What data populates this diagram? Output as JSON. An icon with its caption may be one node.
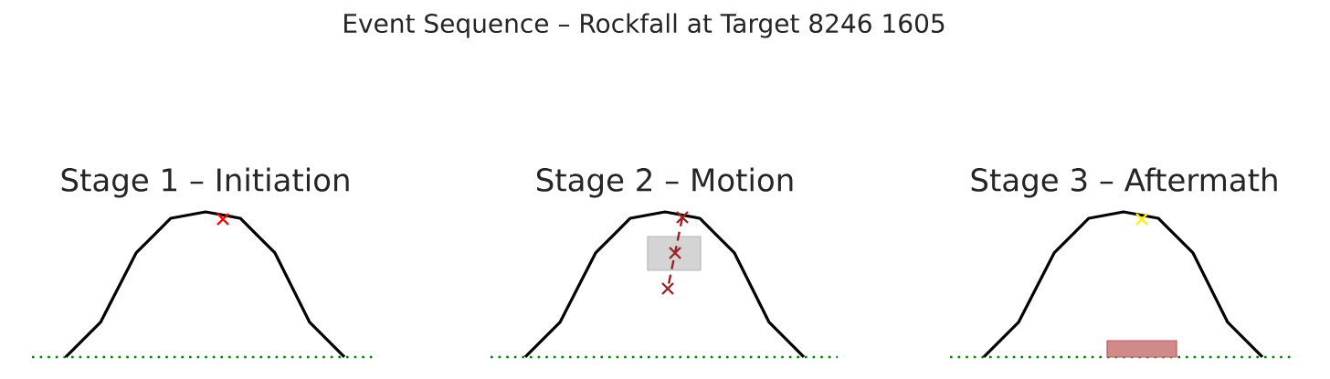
{
  "diagram": {
    "title": "Event Sequence – Rockfall at Target 8246 1605",
    "labels": [
      "Stage 1 – Initiation",
      "Stage 2 – Motion",
      "Stage 3 – Aftermath"
    ]
  }
}
